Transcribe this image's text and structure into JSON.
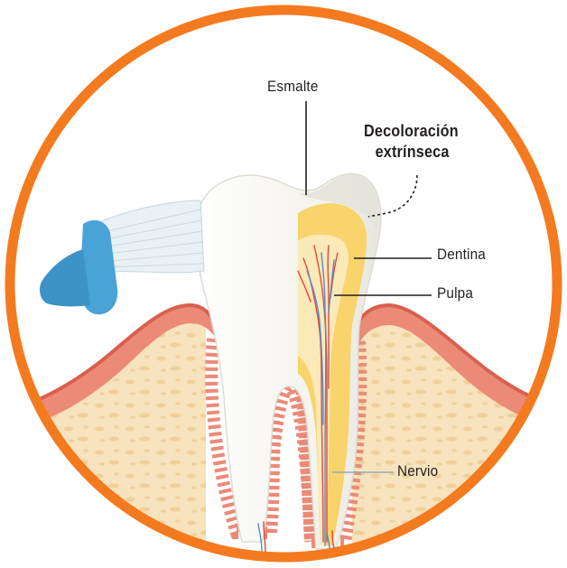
{
  "labels": {
    "esmalte": "Esmalte",
    "decoloracion_line1": "Decoloración",
    "decoloracion_line2": "extrínseca",
    "dentina": "Dentina",
    "pulpa": "Pulpa",
    "nervio": "Nervio"
  },
  "colors": {
    "border_orange": "#f47a20",
    "gum_pink": "#ec8a78",
    "gum_dark": "#d9604e",
    "bone_cream": "#f7e3bd",
    "enamel_white": "#f6f4ee",
    "dentin_yellow": "#f9d36b",
    "pulp_pale": "#fbe9b8",
    "nerve_red": "#e2483c",
    "nerve_blue": "#4c8fd0",
    "brush_blue": "#4aa3d6",
    "brush_bristle": "#e9f1f4"
  }
}
